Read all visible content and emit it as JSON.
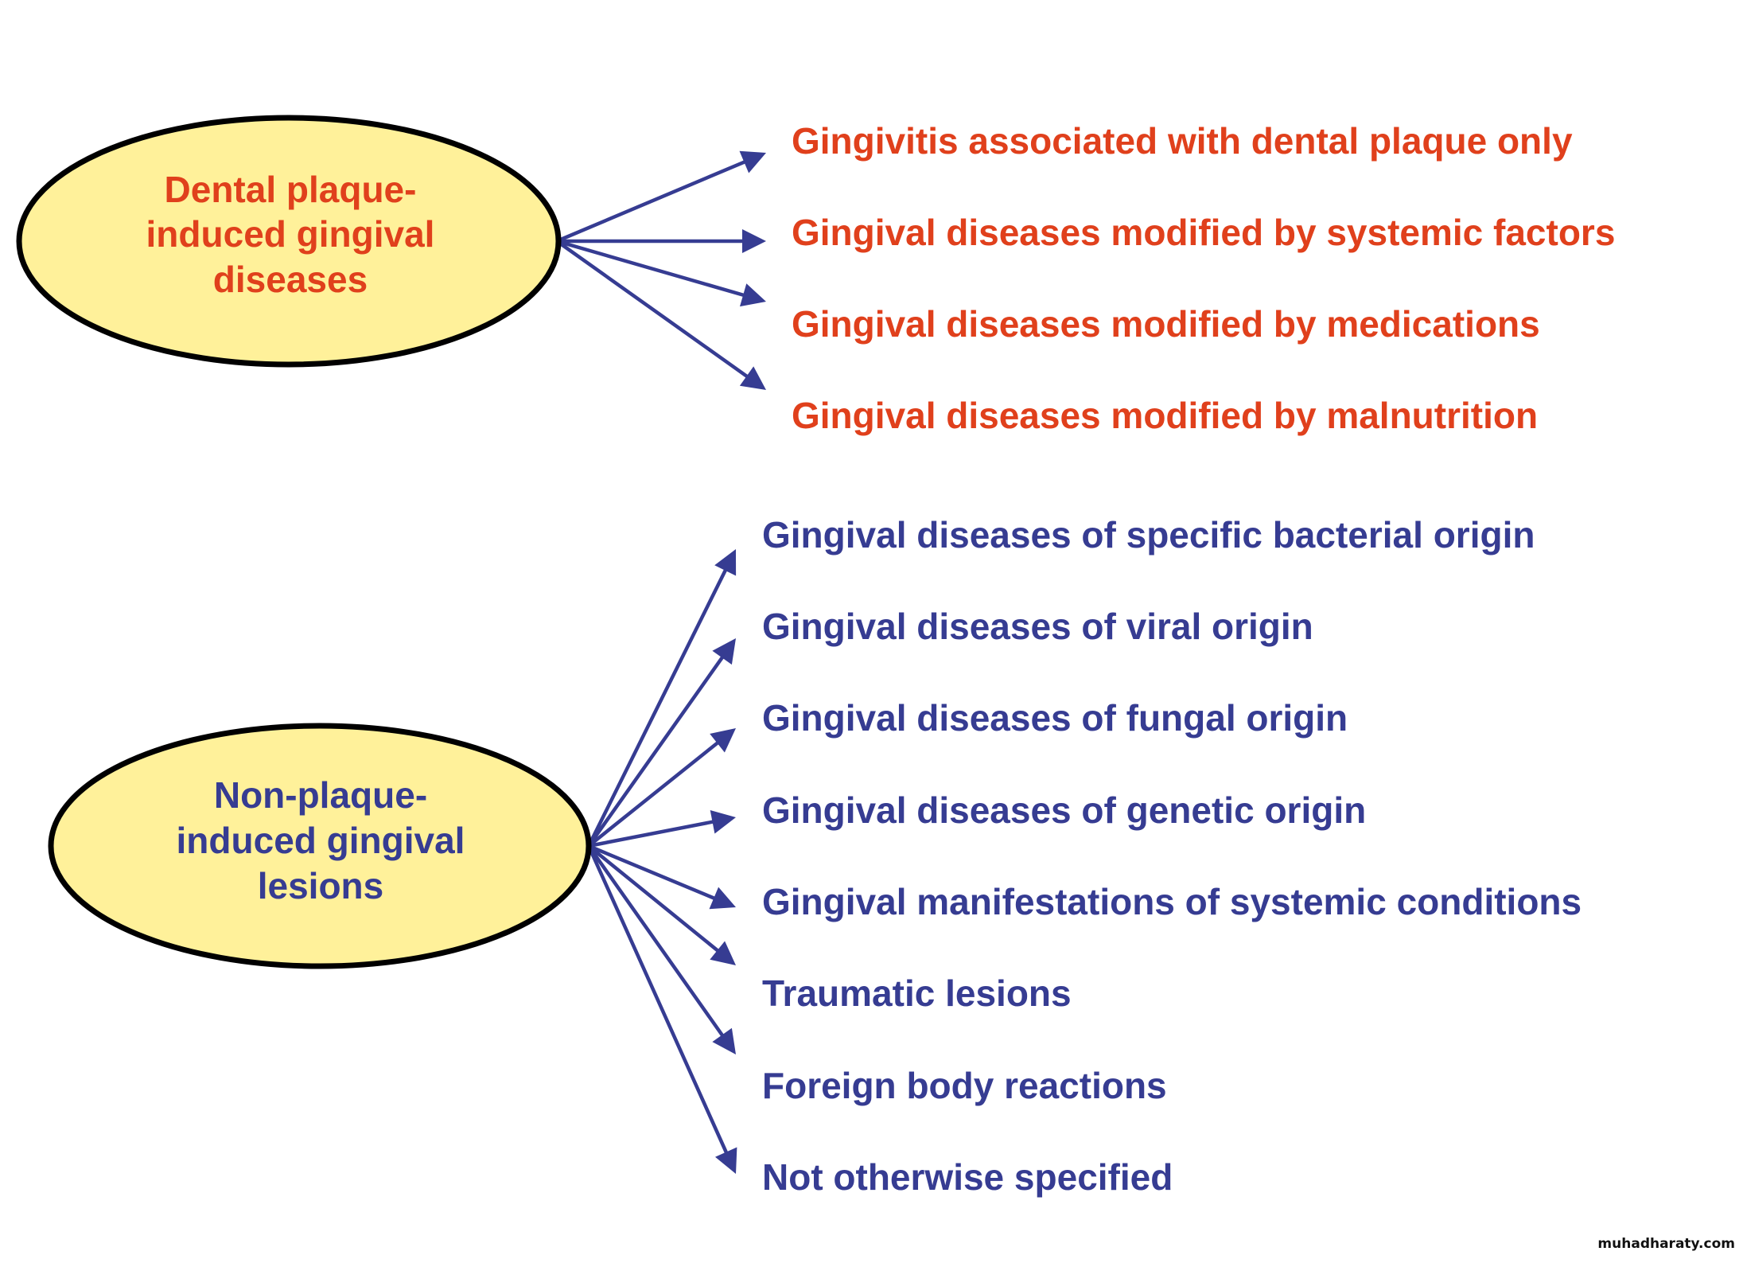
{
  "colors": {
    "plaque": "#e0401c",
    "non_plaque": "#363c92",
    "arrow": "#363c92",
    "node_fill": "#fff19a",
    "node_stroke": "#000000"
  },
  "groups": [
    {
      "id": "plaque-induced",
      "title_lines": [
        "Dental plaque-",
        "induced gingival",
        "diseases"
      ],
      "color_key": "plaque",
      "items": [
        "Gingivitis associated with dental plaque only",
        "Gingival diseases modified by systemic factors",
        "Gingival diseases modified by medications",
        "Gingival diseases modified by malnutrition"
      ]
    },
    {
      "id": "non-plaque-induced",
      "title_lines": [
        "Non-plaque-",
        "induced gingival",
        "lesions"
      ],
      "color_key": "non_plaque",
      "items": [
        "Gingival diseases of specific bacterial origin",
        "Gingival diseases of viral origin",
        "Gingival diseases of fungal origin",
        "Gingival diseases of genetic origin",
        "Gingival manifestations of systemic conditions",
        "Traumatic lesions",
        "Foreign body reactions",
        "Not otherwise specified"
      ]
    }
  ],
  "watermark": "muhadharaty.com"
}
